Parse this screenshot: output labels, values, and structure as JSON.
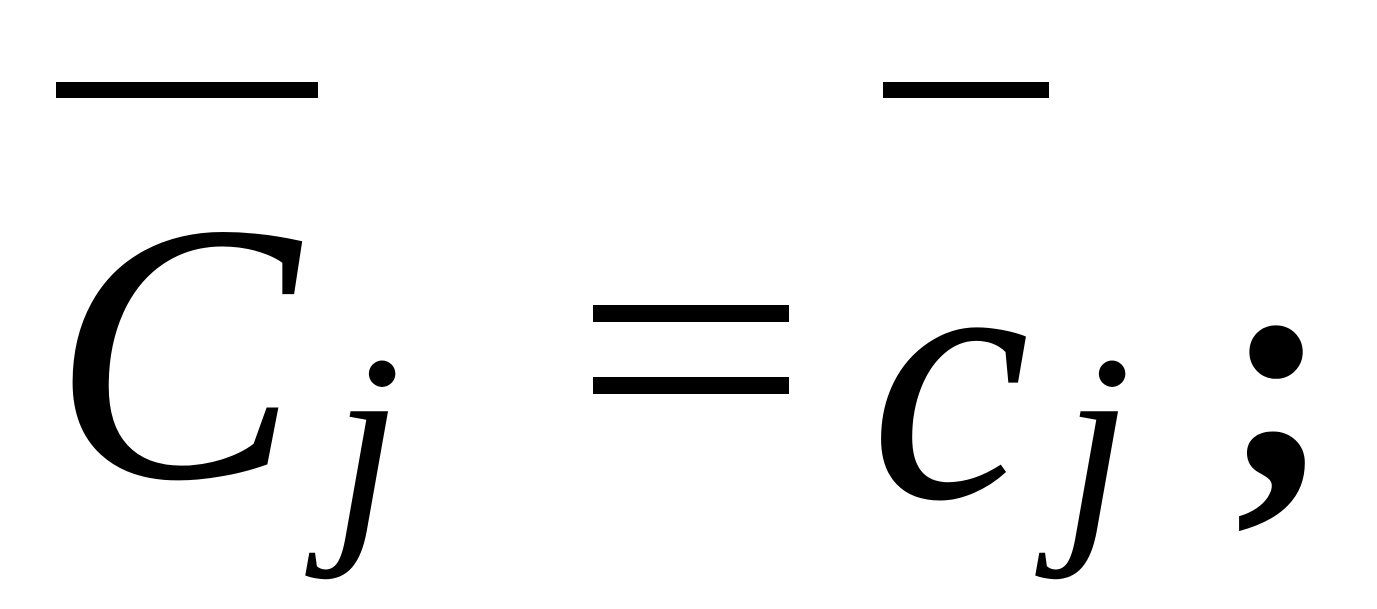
{
  "equation": {
    "left_symbol": "C",
    "left_subscript": "j",
    "operator": "=",
    "right_symbol": "c",
    "right_subscript": "j",
    "terminator": ";"
  }
}
